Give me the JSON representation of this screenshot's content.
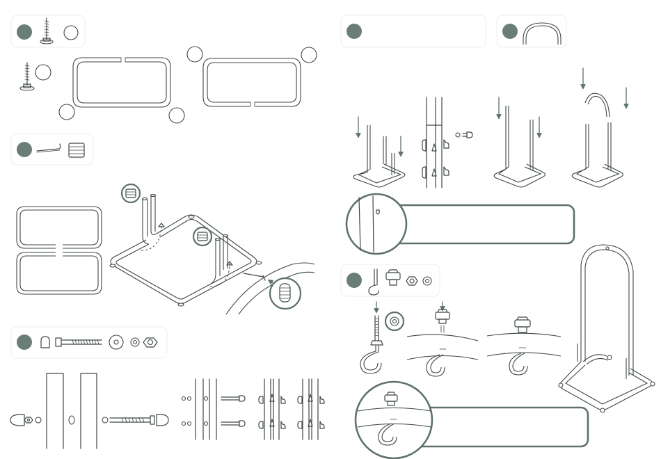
{
  "colors": {
    "step_badge": "#6a7d78",
    "callout_stroke": "#5e716c",
    "line": "#3f4646",
    "background": "#ffffff"
  },
  "steps": [
    {
      "id": 1,
      "parts": [
        "levelling-foot-icon",
        "blank-circle-icon"
      ]
    },
    {
      "id": 2,
      "parts": [
        "allen-key-icon",
        "spring-clip-icon"
      ]
    },
    {
      "id": 3,
      "parts": [
        "cap-nut-icon",
        "bolt-icon",
        "washer-icon",
        "washer-icon",
        "hex-nut-icon"
      ]
    },
    {
      "id": 4,
      "parts": []
    },
    {
      "id": 5,
      "parts": [
        "arch-tube-icon"
      ]
    },
    {
      "id": 6,
      "parts": [
        "eye-hook-icon",
        "knob-icon",
        "hex-nut-icon",
        "washer-icon"
      ]
    }
  ]
}
